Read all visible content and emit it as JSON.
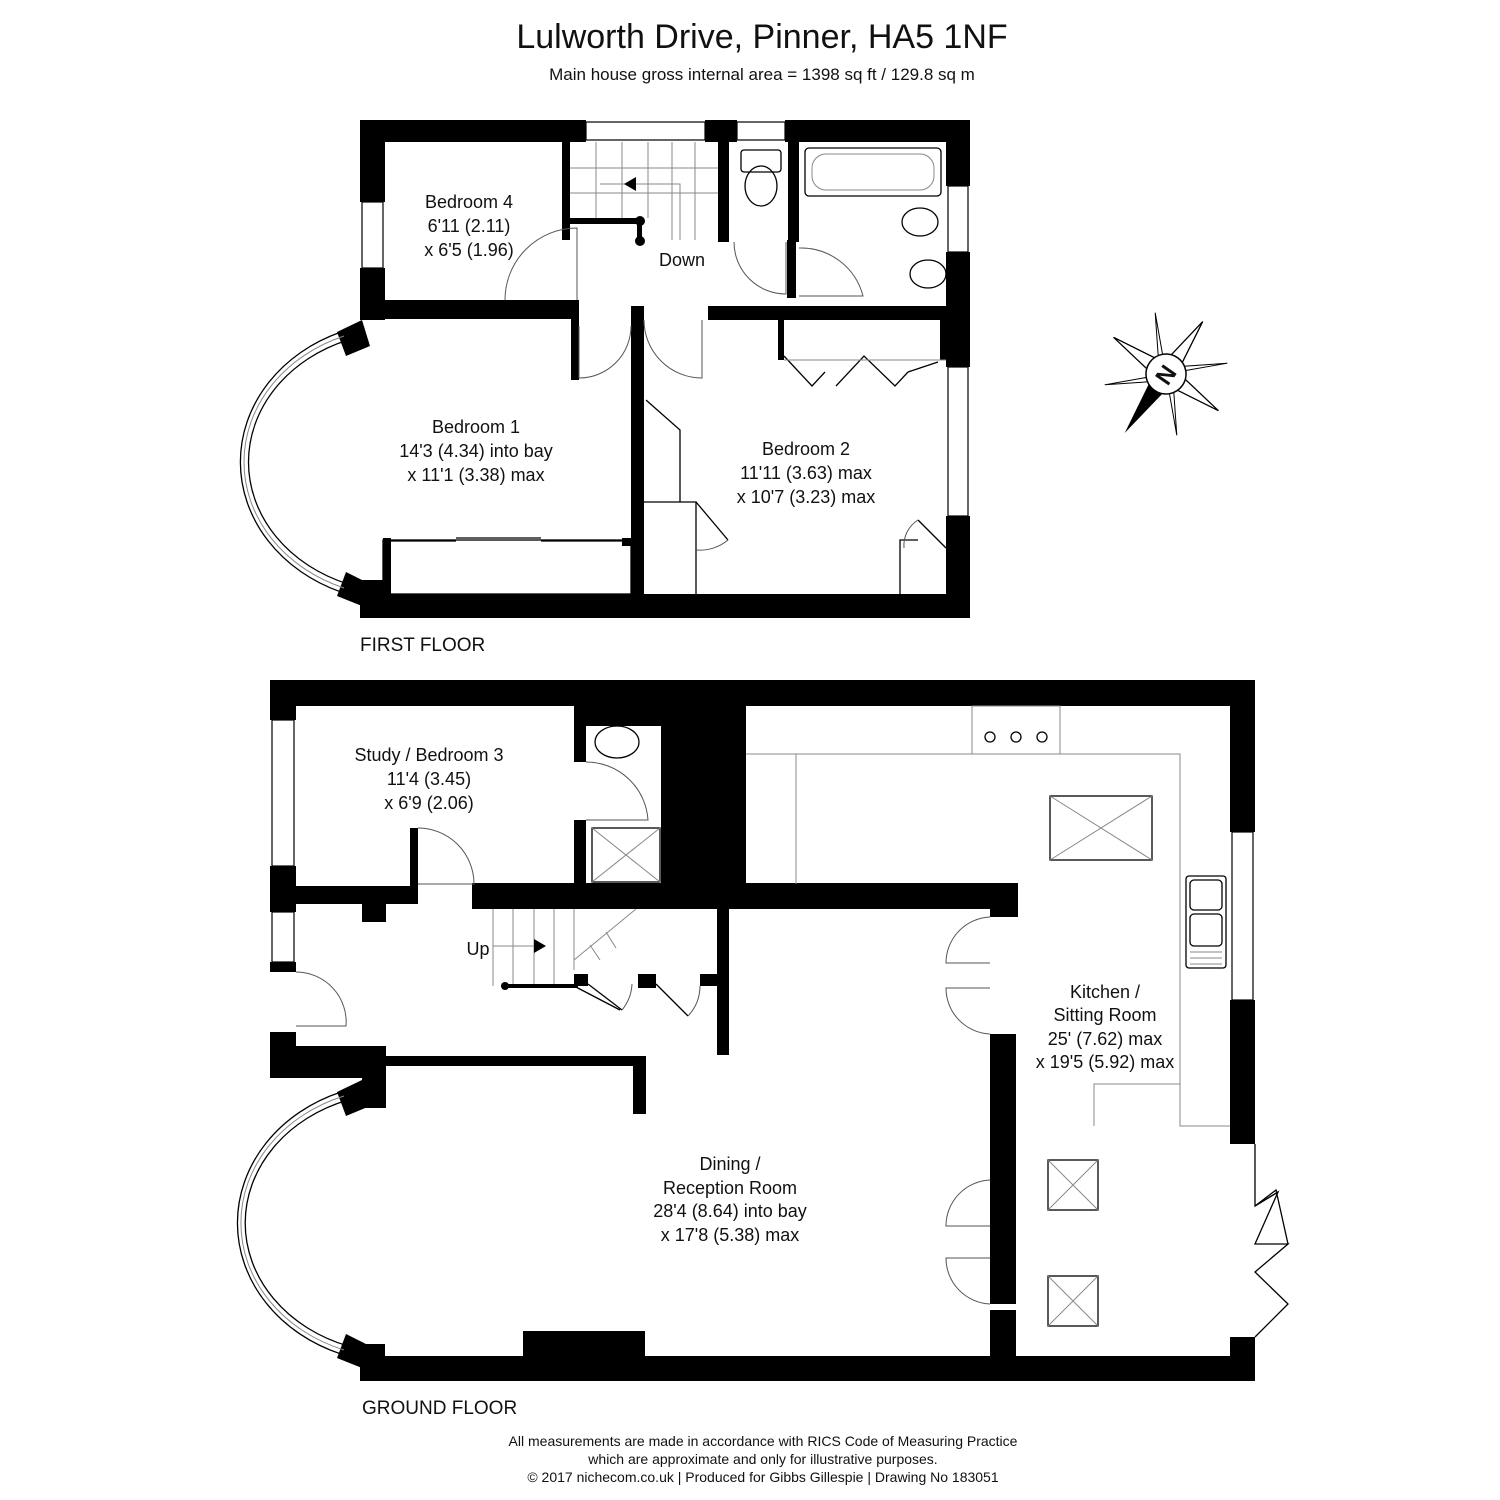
{
  "header": {
    "title": "Lulworth Drive, Pinner, HA5 1NF",
    "area": "Main house gross internal area =  1398 sq ft / 129.8 sq m"
  },
  "first_floor": {
    "label": "FIRST FLOOR",
    "down_label": "Down",
    "rooms": {
      "bedroom4": [
        "Bedroom 4",
        "6'11 (2.11)",
        "x 6'5 (1.96)"
      ],
      "bedroom1": [
        "Bedroom 1",
        "14'3 (4.34) into bay",
        "x 11'1 (3.38) max"
      ],
      "bedroom2": [
        "Bedroom 2",
        "11'11 (3.63) max",
        "x 10'7 (3.23) max"
      ]
    }
  },
  "ground_floor": {
    "label": "GROUND FLOOR",
    "up_label": "Up",
    "rooms": {
      "study": [
        "Study / Bedroom 3",
        "11'4 (3.45)",
        "x 6'9 (2.06)"
      ],
      "kitchen": [
        "Kitchen /",
        "Sitting Room",
        "25' (7.62) max",
        "x 19'5 (5.92) max"
      ],
      "dining": [
        "Dining /",
        "Reception Room",
        "28'4 (8.64) into bay",
        "x 17'8 (5.38) max"
      ]
    }
  },
  "compass": {
    "label": "N",
    "icon": "north-arrow-icon"
  },
  "footer": [
    "All measurements are made in accordance with RICS Code of Measuring Practice",
    "which are approximate and only for illustrative purposes.",
    "© 2017 nichecom.co.uk  |  Produced for Gibbs Gillespie  |  Drawing No 183051"
  ]
}
